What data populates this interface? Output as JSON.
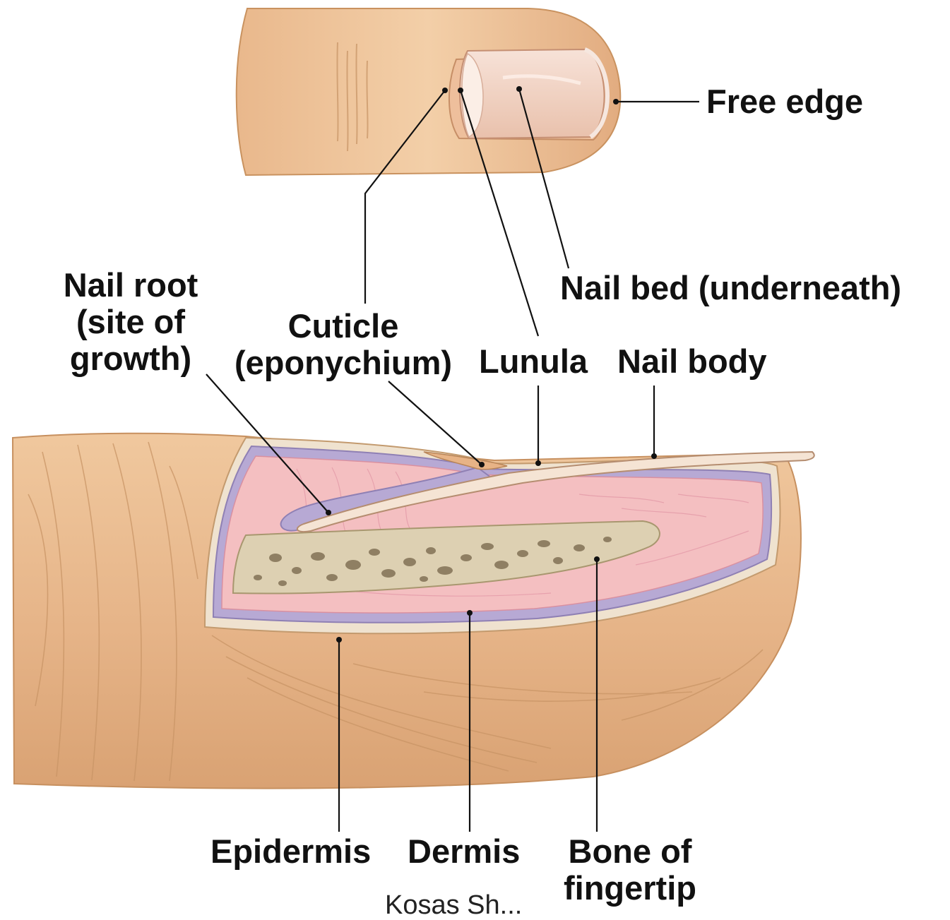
{
  "labels": {
    "free_edge": "Free edge",
    "nail_bed": "Nail bed (underneath)",
    "nail_root": [
      "Nail root",
      "(site of",
      "growth)"
    ],
    "cuticle": [
      "Cuticle",
      "(eponychium)"
    ],
    "lunula": "Lunula",
    "nail_body": "Nail body",
    "epidermis": "Epidermis",
    "dermis": "Dermis",
    "bone": [
      "Bone of",
      "fingertip"
    ]
  },
  "credit": "Kosas Sh...",
  "colors": {
    "skin": "#e8b98e",
    "skin_shade": "#d49f72",
    "nail": "#f2d3c4",
    "dermis": "#f4bfc1",
    "epidermis_layer": "#b7a9d4",
    "bone": "#ddd0b2",
    "bone_pores": "#8f7f63",
    "leader_line": "#111111"
  }
}
